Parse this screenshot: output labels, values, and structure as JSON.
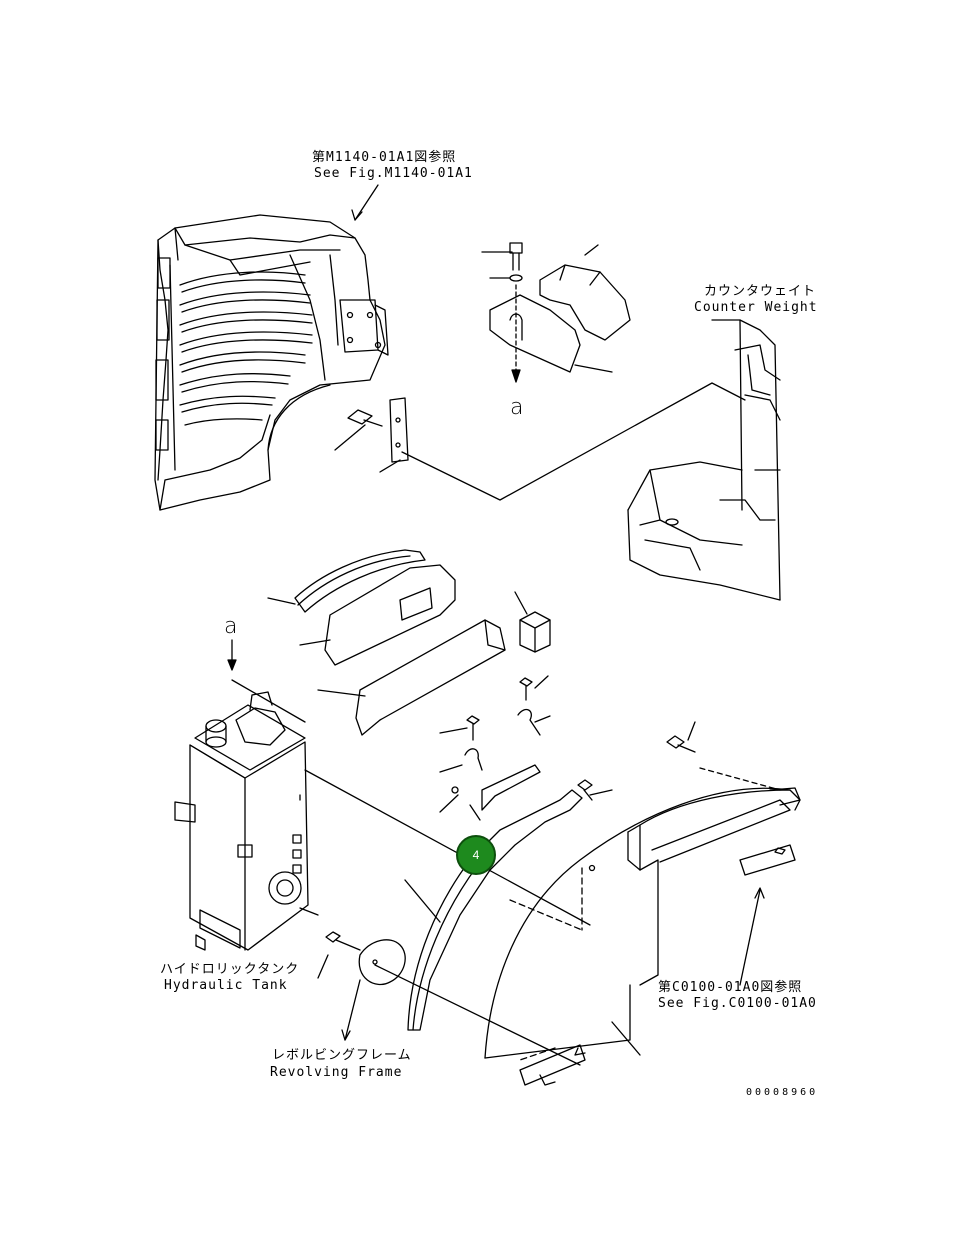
{
  "labels": {
    "ref_m1140_jp": "第M1140-01A1図参照",
    "ref_m1140_en": "See Fig.M1140-01A1",
    "counterweight_jp": "カウンタウェイト",
    "counterweight_en": "Counter Weight",
    "hydraulic_tank_jp": "ハイドロリックタンク",
    "hydraulic_tank_en": "Hydraulic Tank",
    "revolving_frame_jp": "レボルビングフレーム",
    "revolving_frame_en": "Revolving Frame",
    "ref_c0100_jp": "第C0100-01A0図参照",
    "ref_c0100_en": "See Fig.C0100-01A0",
    "view_a_top": "a",
    "view_a_mid": "a",
    "document_number": "00008960"
  },
  "callouts": [
    {
      "number": "4",
      "color": "#1e8a1e",
      "border": "#0d4f0d"
    }
  ]
}
